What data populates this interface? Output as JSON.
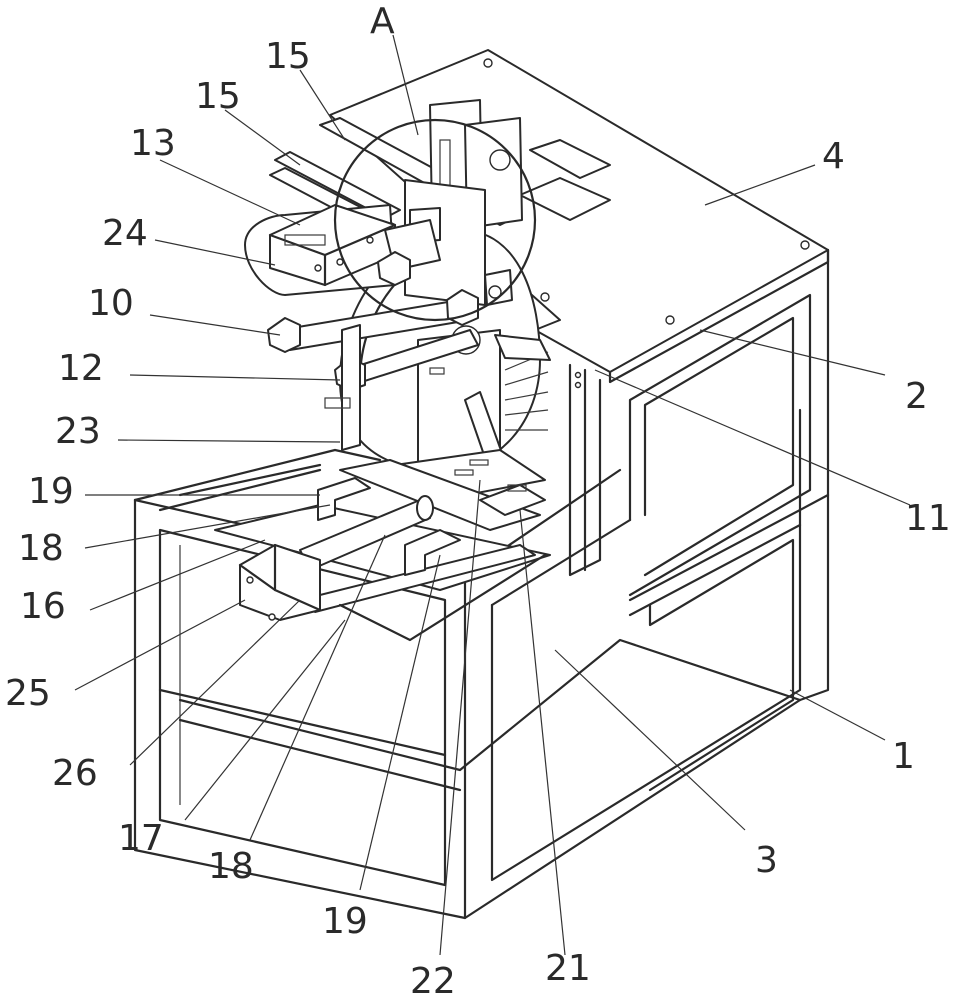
{
  "figure": {
    "detail_marker": "A",
    "labels": {
      "A": "A",
      "l15a": "15",
      "l15b": "15",
      "l13": "13",
      "l24": "24",
      "l10": "10",
      "l12": "12",
      "l23": "23",
      "l19a": "19",
      "l18a": "18",
      "l16": "16",
      "l25": "25",
      "l26": "26",
      "l17": "17",
      "l18b": "18",
      "l19b": "19",
      "l22": "22",
      "l21": "21",
      "l3": "3",
      "l1": "1",
      "l11": "11",
      "l2": "2",
      "l4": "4"
    }
  }
}
